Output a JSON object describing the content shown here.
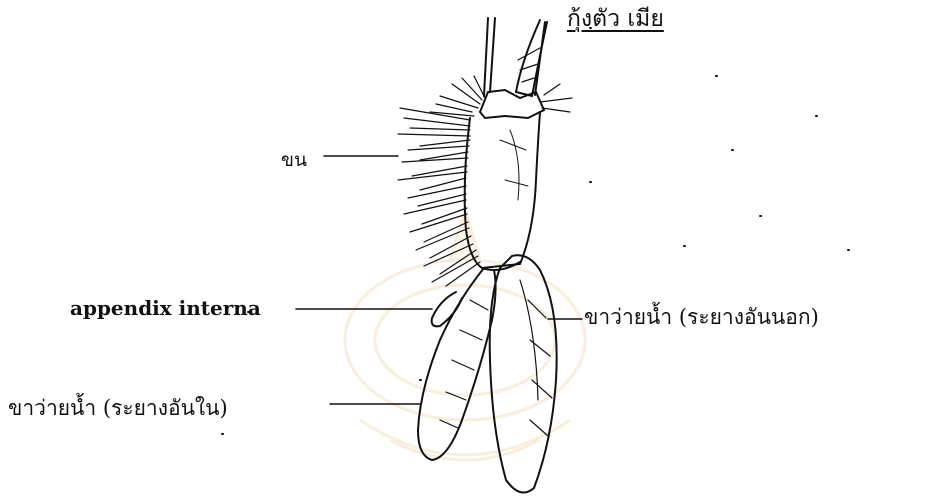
{
  "title": "กุ้งตัว เมีย",
  "labels": {
    "setae": "ขน",
    "appendix_interna": "appendix interna",
    "exopod": "ขาว่ายน้ำ (ระยางอันนอก)",
    "endopod": "ขาว่ายน้ำ (ระยางอันใน)"
  },
  "colors": {
    "ink": "#111111",
    "watermark": "#d9a441"
  }
}
